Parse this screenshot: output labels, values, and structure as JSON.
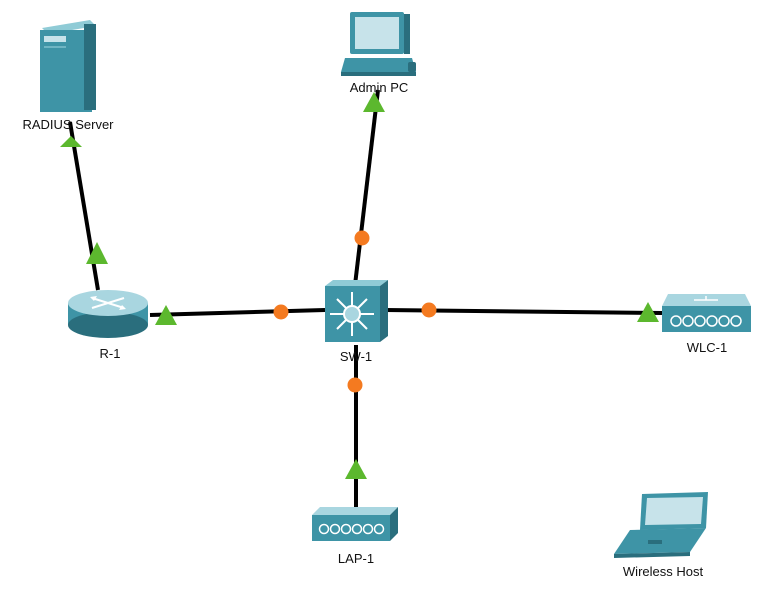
{
  "devices": {
    "radius": {
      "label": "RADIUS Server",
      "type": "server"
    },
    "admin_pc": {
      "label": "Admin PC",
      "type": "pc"
    },
    "router": {
      "label": "R-1",
      "type": "router"
    },
    "switch": {
      "label": "SW-1",
      "type": "multilayer-switch"
    },
    "wlc": {
      "label": "WLC-1",
      "type": "wireless-lan-controller"
    },
    "lap": {
      "label": "LAP-1",
      "type": "lightweight-access-point"
    },
    "wireless_host": {
      "label": "Wireless Host",
      "type": "laptop"
    }
  },
  "links": [
    {
      "from": "router",
      "to": "radius",
      "status_from": "up",
      "status_to": "up"
    },
    {
      "from": "switch",
      "to": "admin_pc",
      "status_from": "blocking",
      "status_to": "up"
    },
    {
      "from": "router",
      "to": "switch",
      "status_from": "up",
      "status_to": "blocking"
    },
    {
      "from": "switch",
      "to": "wlc",
      "status_from": "blocking",
      "status_to": "up"
    },
    {
      "from": "switch",
      "to": "lap",
      "status_from": "blocking",
      "status_to": "up"
    }
  ],
  "colors": {
    "link": "#000000",
    "link_up": "#5cb82e",
    "link_blocking": "#f47a20",
    "device_teal": "#3e94a6",
    "device_teal_light": "#7fc2cf",
    "device_teal_dark": "#2a6e7d"
  }
}
